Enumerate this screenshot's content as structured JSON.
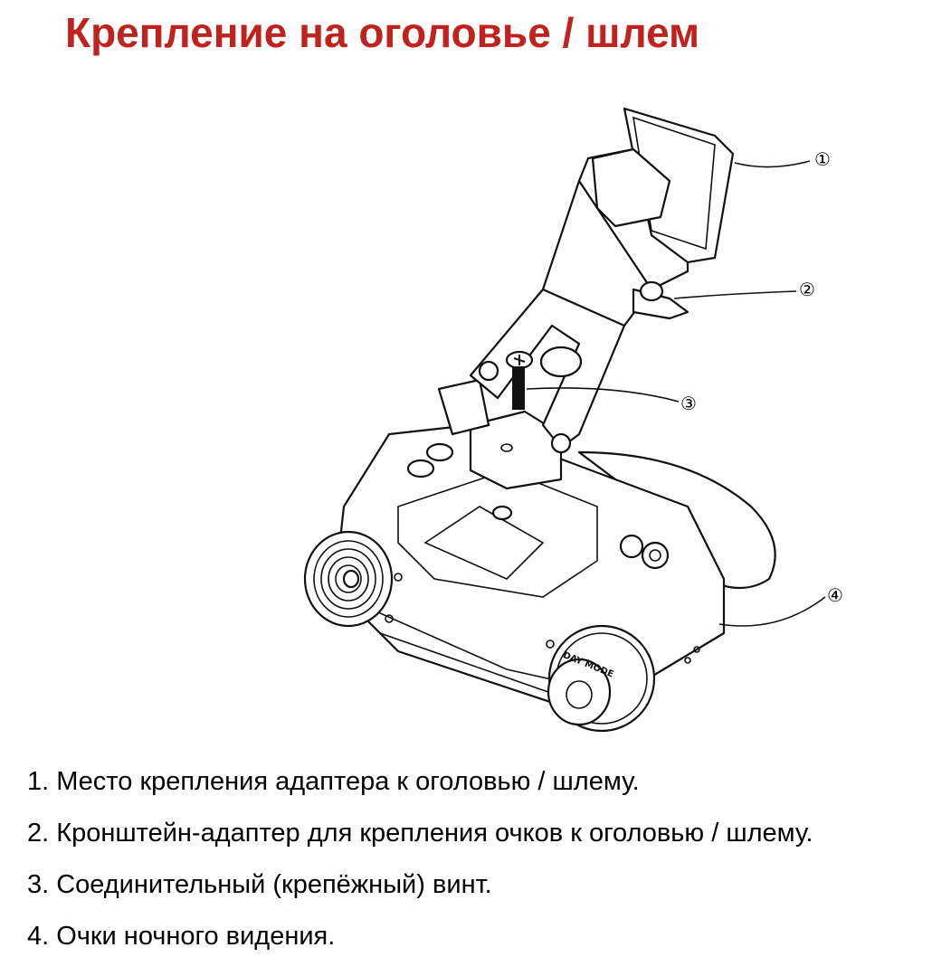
{
  "title": "Крепление на оголовье / шлем",
  "callouts": [
    "①",
    "②",
    "③",
    "④"
  ],
  "device_labels": {
    "dial": "DAY MODE"
  },
  "legend": [
    {
      "num": "1.",
      "text": "Место крепления адаптера к оголовью / шлему."
    },
    {
      "num": "2.",
      "text": "Кронштейн-адаптер для крепления очков к оголовью / шлему."
    },
    {
      "num": "3.",
      "text": "Соединительный (крепёжный) винт."
    },
    {
      "num": "4.",
      "text": "Очки ночного видения."
    }
  ],
  "colors": {
    "title": "#c0221e",
    "text": "#000000",
    "lines": "#111111"
  }
}
